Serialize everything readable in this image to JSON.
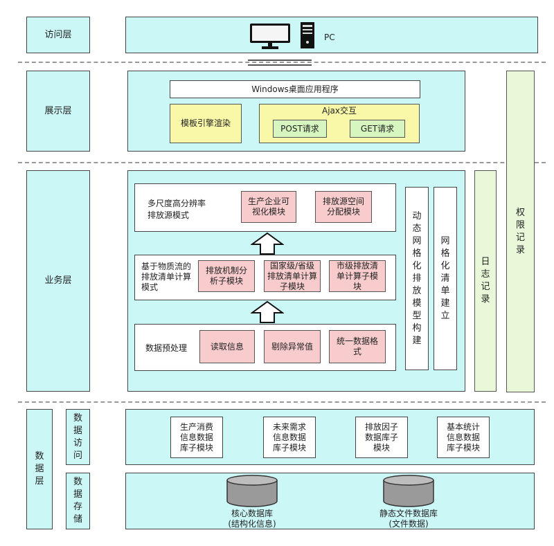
{
  "layers": {
    "access": "访问层",
    "display": "展示层",
    "business": "业务层",
    "data": "数据层",
    "data_access": "数据访问",
    "data_storage": "数据存储"
  },
  "access": {
    "pc_label": "PC"
  },
  "display": {
    "windows_app": "Windows桌面应用程序",
    "template_engine": "模板引擎渲染",
    "ajax_title": "Ajax交互",
    "post_request": "POST请求",
    "get_request": "GET请求"
  },
  "business": {
    "multi_scale_mode": "多尺度高分辨率排放源模式",
    "enterprise_vis": "生产企业可视化模块",
    "source_alloc": "排放源空间分配模块",
    "material_flow_mode": "基于物质流的排放清单计算模式",
    "mechanism_analysis": "排放机制分析子模块",
    "provincial_calc": "国家级/省级排放清单计算子模块",
    "city_calc": "市级排放清单计算子模块",
    "preprocess": "数据预处理",
    "read_info": "读取信息",
    "remove_outliers": "剔除异常值",
    "unify_format": "统一数据格式",
    "dynamic_grid_model": "动态网格化排放模型构建",
    "grid_inventory": "网格化清单建立",
    "log_record": "日志记录",
    "permission_record": "权限记录"
  },
  "data": {
    "production_db": "生产消费信息数据库子模块",
    "future_demand_db": "未来需求信息数据库子模块",
    "emission_factor_db": "排放因子数据库子模块",
    "basic_stats_db": "基本统计信息数据库子模块",
    "core_db": "核心数据库",
    "core_db_sub": "(结构化信息)",
    "static_db": "静态文件数据库",
    "static_db_sub": "(文件数据)"
  }
}
